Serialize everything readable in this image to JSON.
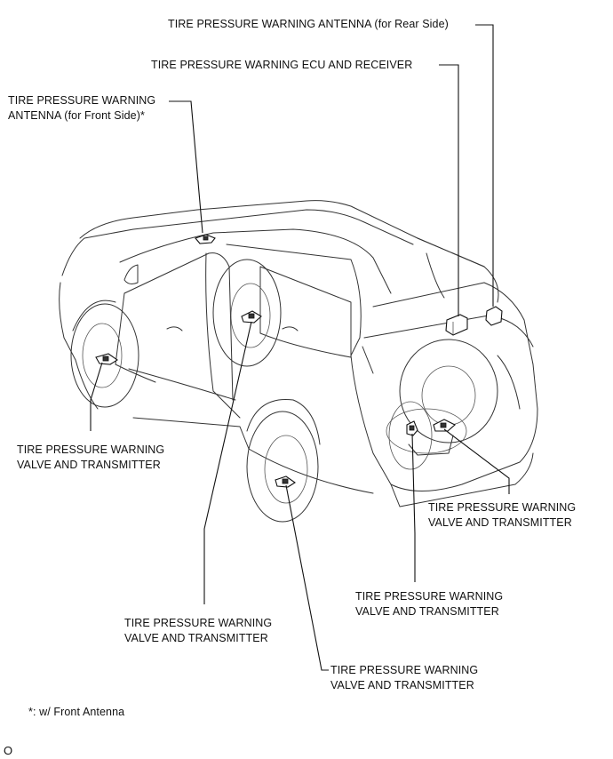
{
  "labels": {
    "rear_antenna": "TIRE PRESSURE WARNING ANTENNA (for Rear Side)",
    "ecu_receiver": "TIRE PRESSURE WARNING ECU AND RECEIVER",
    "front_antenna_line1": "TIRE PRESSURE WARNING",
    "front_antenna_line2": "ANTENNA (for Front Side)*",
    "valve_front_left_line1": "TIRE PRESSURE WARNING",
    "valve_front_left_line2": "VALVE AND TRANSMITTER",
    "valve_rear_right_line1": "TIRE PRESSURE WARNING",
    "valve_rear_right_line2": "VALVE AND TRANSMITTER",
    "valve_spare_line1": "TIRE PRESSURE WARNING",
    "valve_spare_line2": "VALVE AND TRANSMITTER",
    "valve_front_right_line1": "TIRE PRESSURE WARNING",
    "valve_front_right_line2": "VALVE AND TRANSMITTER",
    "valve_rear_left_line1": "TIRE PRESSURE WARNING",
    "valve_rear_left_line2": "VALVE AND TRANSMITTER"
  },
  "footnote": "*: w/ Front Antenna",
  "figure_code": "O"
}
